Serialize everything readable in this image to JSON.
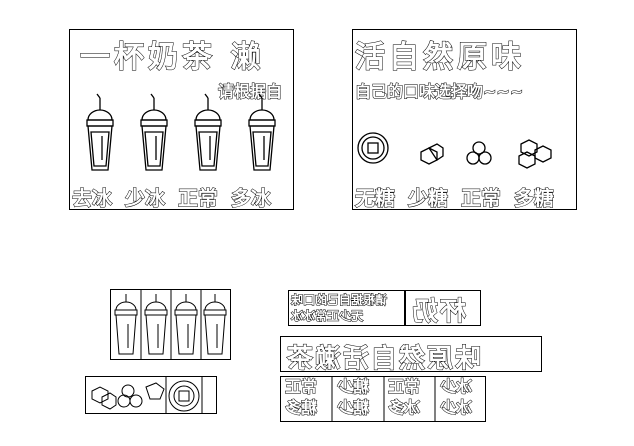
{
  "left_panel": {
    "title": "一杯奶茶 濑",
    "subtitle": "请根据自",
    "ice_options": [
      "去冰",
      "少冰",
      "正常",
      "多冰"
    ]
  },
  "right_panel": {
    "title": "活自然原味",
    "subtitle": "自己的口味选择吻~~~",
    "sugar_options": [
      "无糖",
      "少糖",
      "正常",
      "多糖"
    ]
  },
  "bottom_parts": {
    "small_block_a": "无少正常冰冰",
    "small_block_b": "请根据自己的口味",
    "mirrored_cup_text": "杯奶",
    "slogan": "味原然自活濑茶",
    "reversed_row": [
      "常正",
      "糖少",
      "常正",
      "冰少"
    ],
    "reversed_row_bottom": [
      "糖多",
      "糖少",
      "冰多",
      "冰少"
    ]
  },
  "icon_names": [
    "cup-icon",
    "coin-icon",
    "sugar-cube-icon"
  ]
}
